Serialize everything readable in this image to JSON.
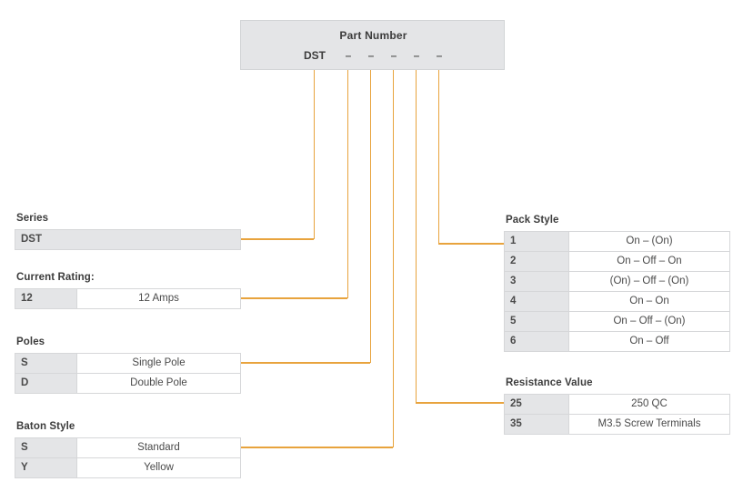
{
  "part_number": {
    "title": "Part Number",
    "prefix": "DST",
    "dashes": [
      "–",
      "–",
      "–",
      "–",
      "–"
    ]
  },
  "accent_color": "#e8a33d",
  "groups": {
    "series": {
      "title": "Series",
      "value": "DST"
    },
    "current_rating": {
      "title": "Current Rating:",
      "rows": [
        {
          "code": "12",
          "desc": "12 Amps"
        }
      ]
    },
    "poles": {
      "title": "Poles",
      "rows": [
        {
          "code": "S",
          "desc": "Single Pole"
        },
        {
          "code": "D",
          "desc": "Double Pole"
        }
      ]
    },
    "baton_style": {
      "title": "Baton Style",
      "rows": [
        {
          "code": "S",
          "desc": "Standard"
        },
        {
          "code": "Y",
          "desc": "Yellow"
        }
      ]
    },
    "pack_style": {
      "title": "Pack Style",
      "rows": [
        {
          "code": "1",
          "desc": "On – (On)"
        },
        {
          "code": "2",
          "desc": "On – Off – On"
        },
        {
          "code": "3",
          "desc": "(On) – Off – (On)"
        },
        {
          "code": "4",
          "desc": "On – On"
        },
        {
          "code": "5",
          "desc": "On – Off – (On)"
        },
        {
          "code": "6",
          "desc": "On – Off"
        }
      ]
    },
    "resistance_value": {
      "title": "Resistance Value",
      "rows": [
        {
          "code": "25",
          "desc": "250 QC"
        },
        {
          "code": "35",
          "desc": "M3.5 Screw Terminals"
        }
      ]
    }
  }
}
